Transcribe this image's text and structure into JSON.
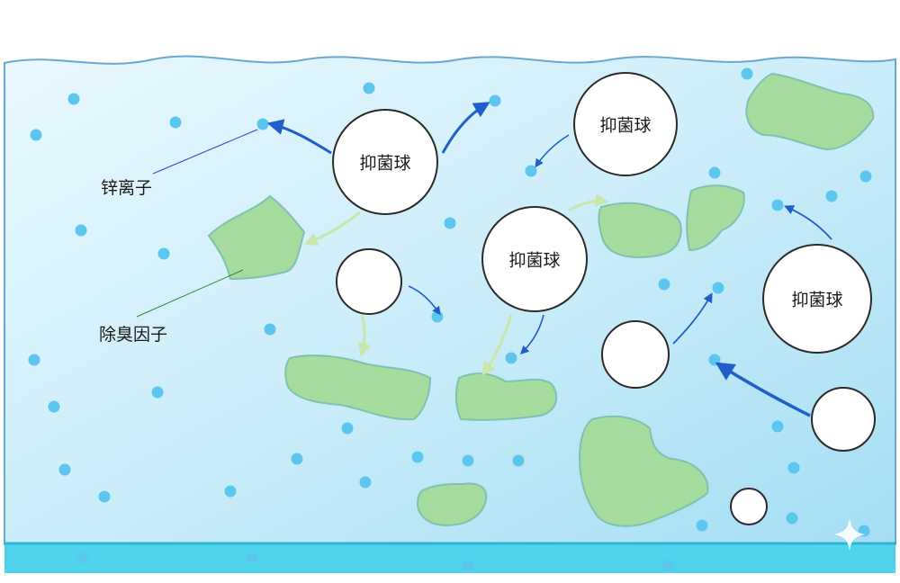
{
  "diagram": {
    "labels": {
      "zinc_ion": "锌离子",
      "deodorant_factor": "除臭因子"
    },
    "balls": [
      {
        "id": "ball-a",
        "label": "抑菌球"
      },
      {
        "id": "ball-b",
        "label": "抑菌球"
      },
      {
        "id": "ball-c",
        "label": "抑菌球"
      },
      {
        "id": "ball-d",
        "label": "抑菌球"
      }
    ],
    "colors": {
      "water_top": "#e6f7fd",
      "water_bottom": "#aee2f5",
      "water_edge": "#6aa8cf",
      "floor": "#4fd3ec",
      "floor_top": "#2fb5d4",
      "ion": "#5cc6ee",
      "blob_fill": "#a6dc9e",
      "blob_stroke": "#7ec2b0",
      "arrow_blue": "#1f5fc7",
      "arrow_green": "#c8e7a8",
      "ball_stroke": "#2a2a2a"
    }
  }
}
